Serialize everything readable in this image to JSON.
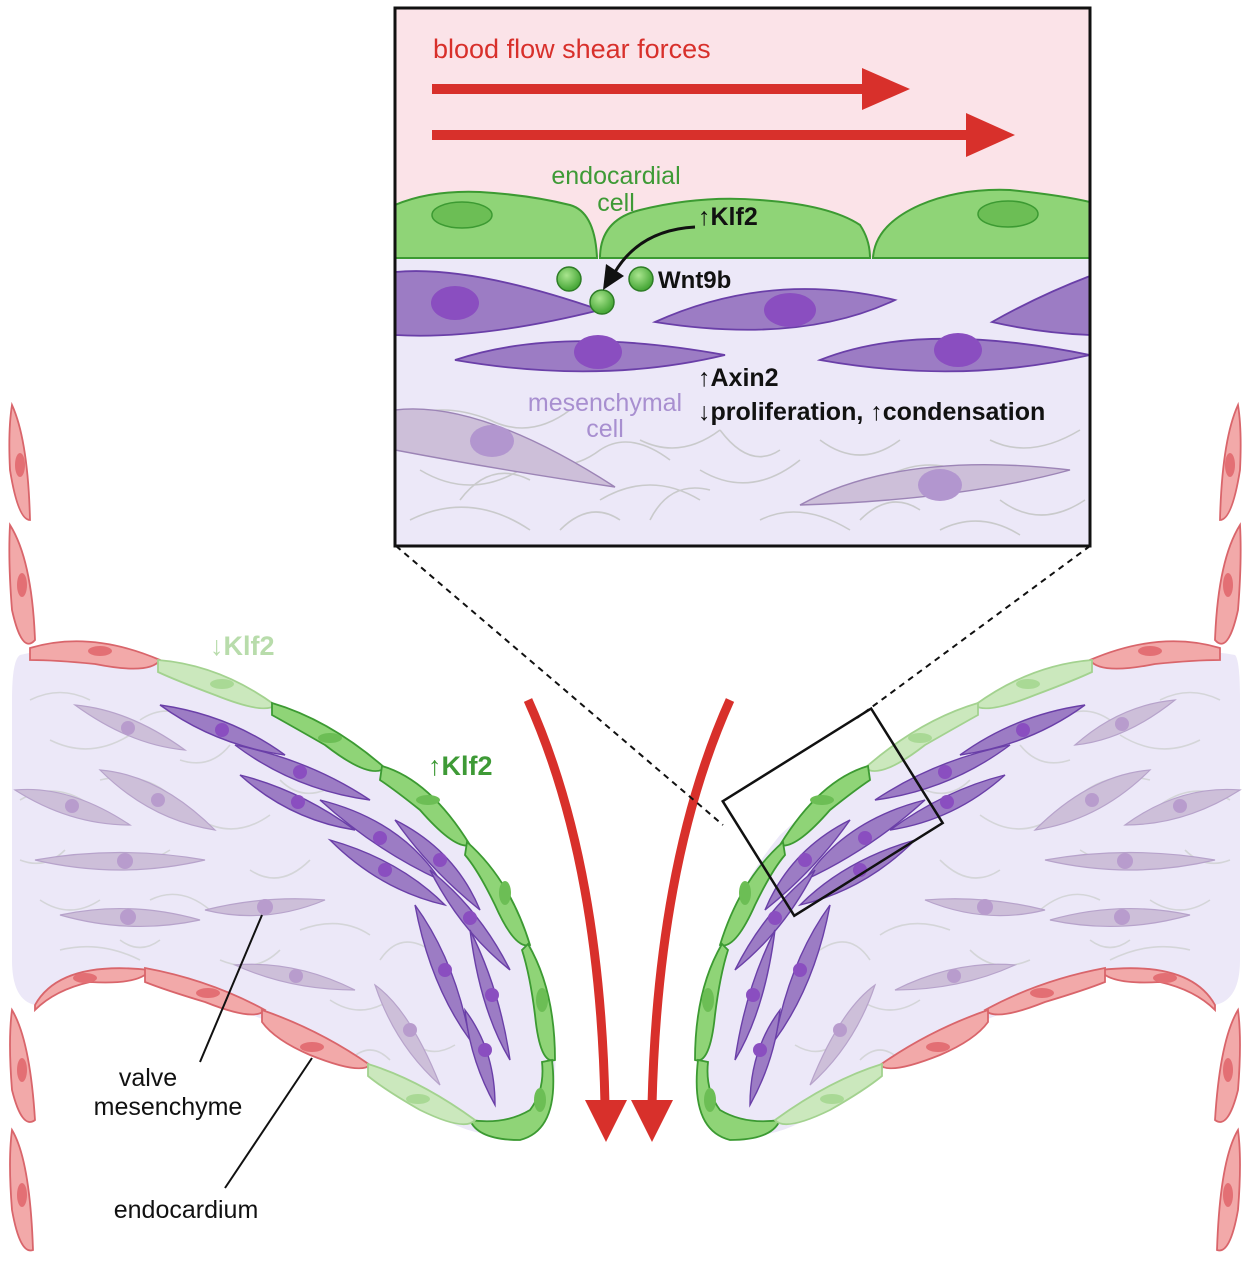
{
  "inset": {
    "shear_label": "blood flow shear forces",
    "endo_label_1": "endocardial",
    "endo_label_2": "cell",
    "klf2_up": "↑Klf2",
    "wnt_label": "Wnt9b",
    "axin_label": "↑Axin2",
    "prolif_label": "↓proliferation, ↑condensation",
    "mes_label_1": "mesenchymal",
    "mes_label_2": "cell"
  },
  "valve": {
    "klf2_down": "↓Klf2",
    "klf2_up": "↑Klf2",
    "valve_mesenchyme_1": "valve",
    "valve_mesenchyme_2": "mesenchyme",
    "endocardium": "endocardium"
  },
  "colors": {
    "red_arrow": "#d8302b",
    "inset_bg": "#fbe3e8",
    "tissue_bg": "#ece8f8",
    "endo_green": "#8fd477",
    "endo_green_dark": "#3c9a32",
    "light_green": "#cbe8bd",
    "pink_cell": "#f2a9a9",
    "pink_dark": "#d9656b",
    "purple_cell": "#9c7cc4",
    "purple_dark": "#6a3fa8",
    "faded_purple": "#cdbfd9",
    "text_green": "#3e9a36",
    "text_purple": "#a88fd0"
  }
}
